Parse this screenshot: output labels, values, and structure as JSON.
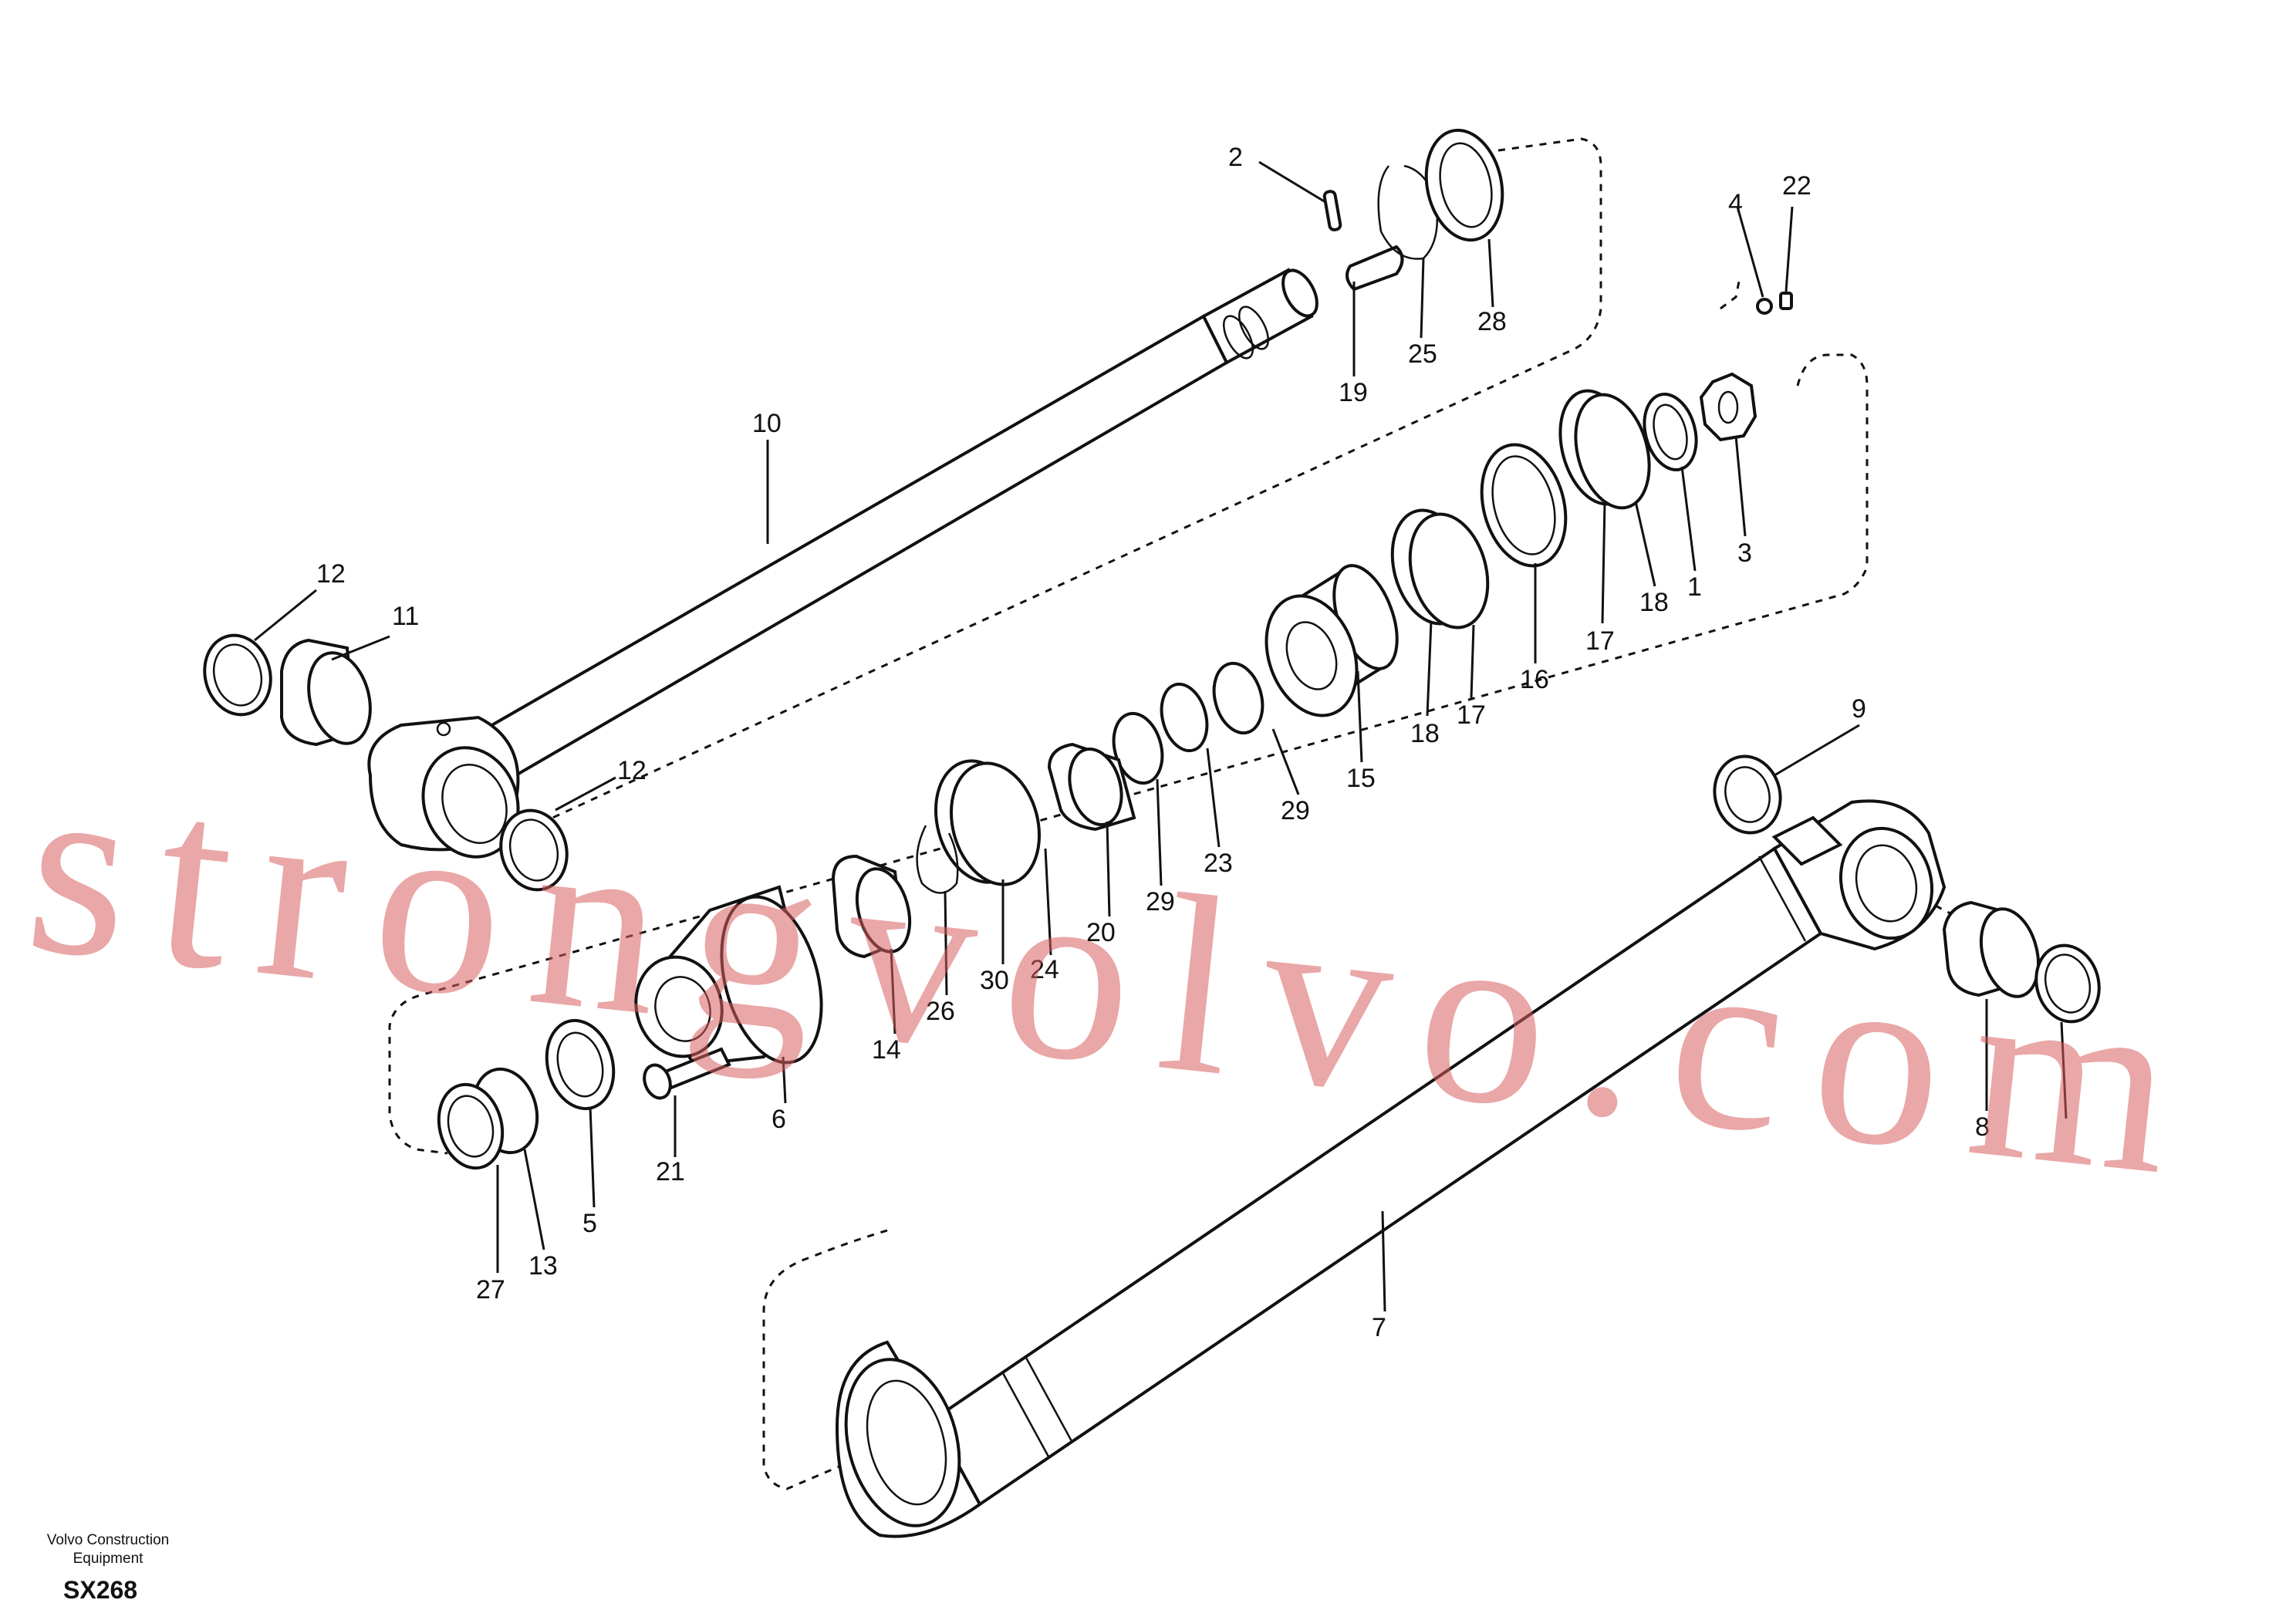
{
  "maker": {
    "line1": "Volvo Construction",
    "line2": "Equipment"
  },
  "drawing_code": "SX268",
  "watermark": "strongvolvo.com",
  "callouts": [
    "2",
    "22",
    "4",
    "25",
    "28",
    "19",
    "10",
    "3",
    "1",
    "18",
    "17",
    "16",
    "12",
    "11",
    "15",
    "29",
    "23",
    "9",
    "20",
    "24",
    "30",
    "26",
    "14",
    "6",
    "21",
    "5",
    "13",
    "27",
    "8",
    "7"
  ]
}
